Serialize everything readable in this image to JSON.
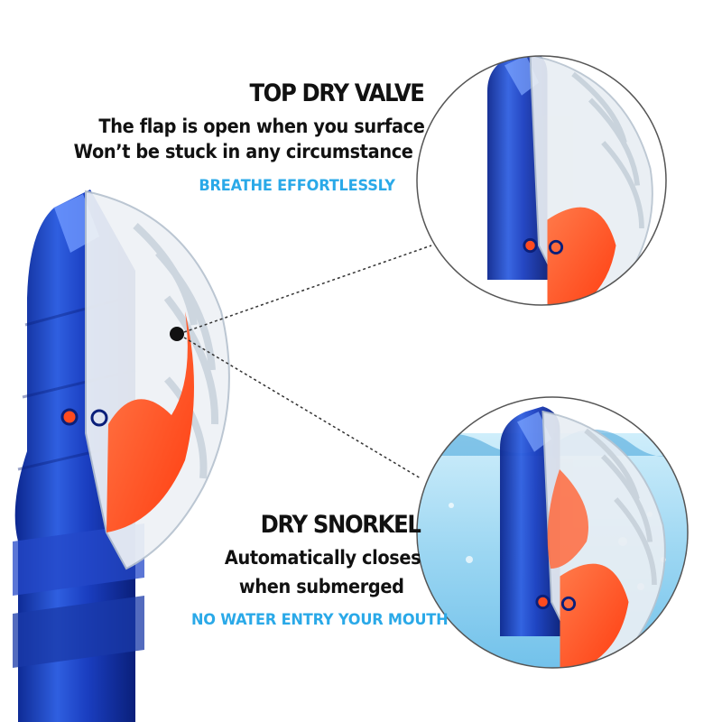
{
  "colors": {
    "accent": "#2aa9e8",
    "snorkel_blue": "#1b3fb5",
    "flap_orange": "#ff4b1f",
    "water_blue": "#8fd0ef"
  },
  "top_callout": {
    "title": "TOP DRY VALVE",
    "line1": "The flap is open when you surface",
    "line2": "Won’t be stuck in any circumstance",
    "accent": "BREATHE EFFORTLESSLY"
  },
  "bottom_callout": {
    "title": "DRY SNORKEL",
    "line1": "Automatically closes",
    "line2": "when submerged",
    "accent": "NO WATER ENTRY YOUR MOUTH"
  }
}
